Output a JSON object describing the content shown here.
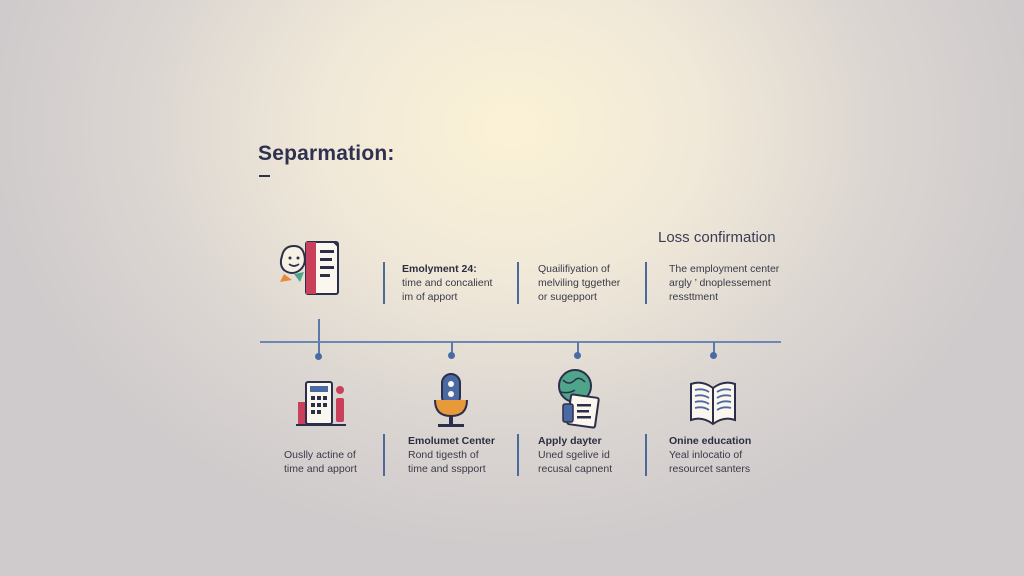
{
  "title": "Separmation:",
  "title_dash": "–",
  "header_right": "Loss confirmation",
  "top_items": [
    {
      "line1": "Emolyment 24:",
      "line2": "time and concalient",
      "line3": "im of apport"
    },
    {
      "line1": "Quailifiyation of",
      "line2": "melviling tggether",
      "line3": "or sugepport"
    },
    {
      "line1": "The employment center",
      "line2": "argly ’ dnoplessement",
      "line3": "ressttment"
    }
  ],
  "bottom_items": [
    {
      "line1": "Ouslly actine of",
      "line2": "time and apport",
      "icon": "calculator-document-icon"
    },
    {
      "line1": "Emolumet Center",
      "line2": "Rond tigesth of",
      "line3": "time and sspport",
      "icon": "microphone-icon"
    },
    {
      "line1": "Apply dayter",
      "line2": "Uned sgelive id",
      "line3": "recusal capnent",
      "icon": "globe-document-icon"
    },
    {
      "line1": "Onine education",
      "line2": "Yeal inlocatio of",
      "line3": "resourcet santers",
      "icon": "open-book-icon"
    }
  ],
  "top_icon": "profile-document-icon",
  "colors": {
    "accent_blue": "#4a6aa3",
    "accent_red": "#c8405a",
    "accent_orange": "#e89a3a"
  }
}
